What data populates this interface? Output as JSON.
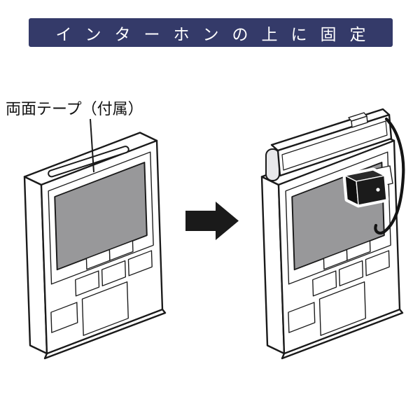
{
  "banner": {
    "text": "インターホンの上に固定",
    "bg_color": "#343a69",
    "text_color": "#ffffff"
  },
  "annotation": {
    "tape_label": "両面テープ（付属）"
  },
  "diagram": {
    "left_figure": "intercom-with-double-sided-tape-on-top",
    "arrow_icon": "solid-black-right-arrow",
    "right_figure": "intercom-with-sensor-bar-fixed-on-top",
    "parts": {
      "tape": "double-sided-tape-strip",
      "bar_device": "sensor-bar-unit",
      "clip": "bar-top-clip",
      "camera": "black-camera-cube",
      "lens": "camera-lens-dot",
      "strap": "hanging-strap-cord"
    }
  },
  "colors": {
    "ink": "#1a1a1a",
    "screen_gray": "#98989a",
    "banner_bg": "#343a69",
    "endcap_gray": "#e8e8ea",
    "background": "#ffffff"
  }
}
